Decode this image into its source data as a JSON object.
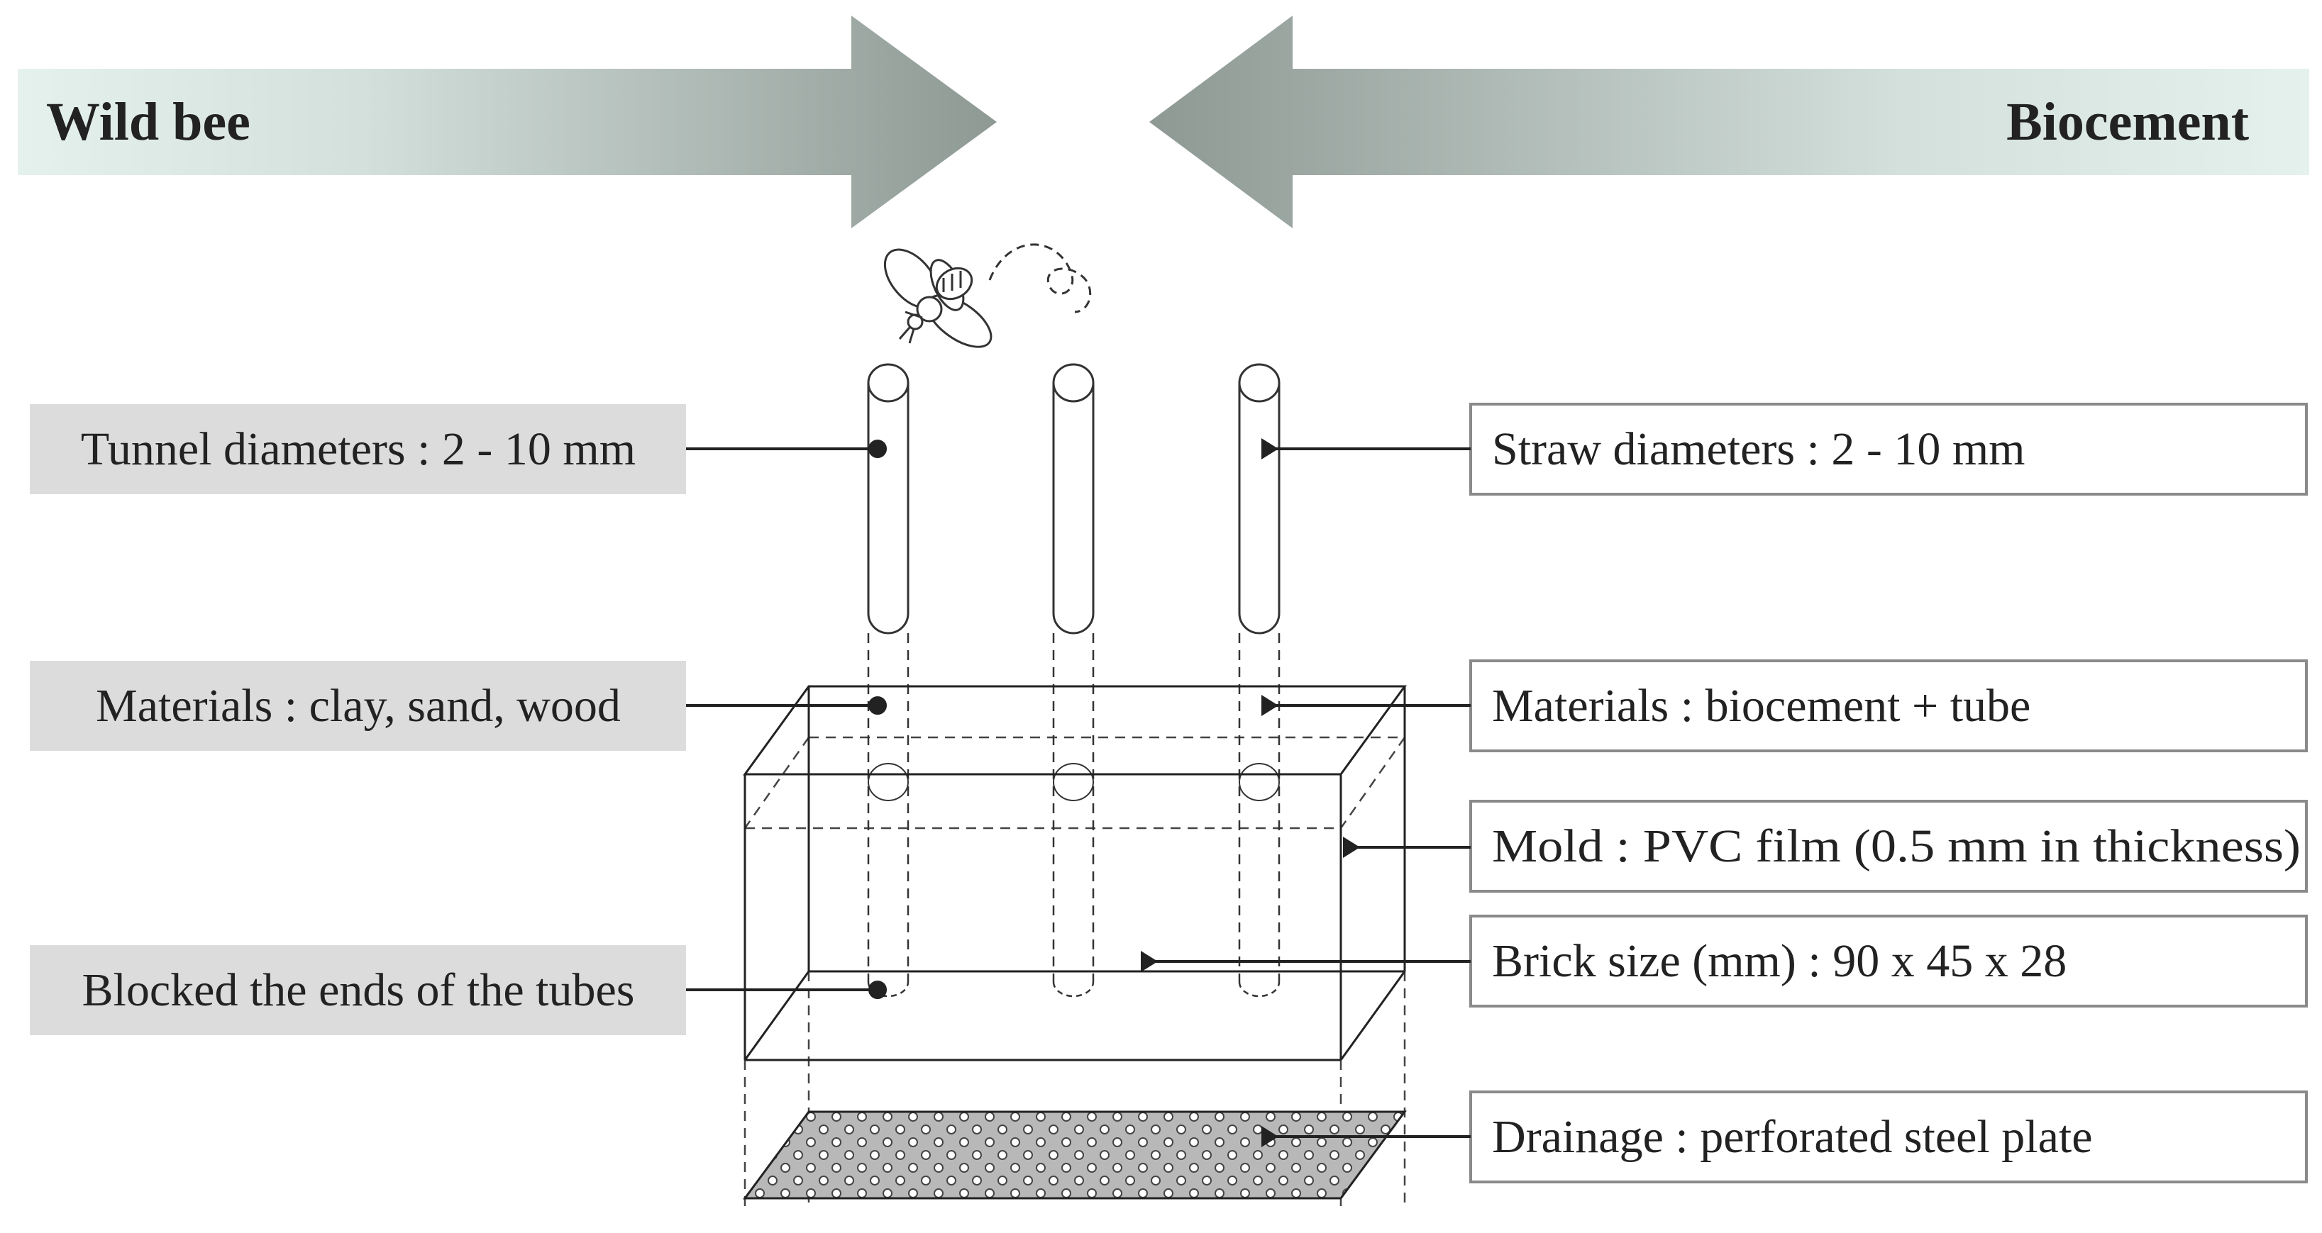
{
  "header": {
    "left": "Wild bee",
    "right": "Biocement"
  },
  "left_labels": [
    "Tunnel diameters : 2 - 10 mm",
    "Materials : clay, sand, wood",
    "Blocked the ends of the tubes"
  ],
  "right_labels": [
    "Straw diameters : 2 - 10 mm",
    "Materials : biocement + tube",
    "Mold : PVC film (0.5 mm in thickness)",
    "Brick size (mm) : 90 x 45 x 28",
    "Drainage : perforated steel plate"
  ],
  "icons": {
    "bee": "bee-icon"
  },
  "colors": {
    "arrow_dark": "#8e9994",
    "arrow_light": "#e5f1ec",
    "left_box_fill": "#dcdcdc",
    "right_box_border": "#8a8a8a",
    "plate_fill": "#b8b8b8",
    "line": "#222222"
  }
}
